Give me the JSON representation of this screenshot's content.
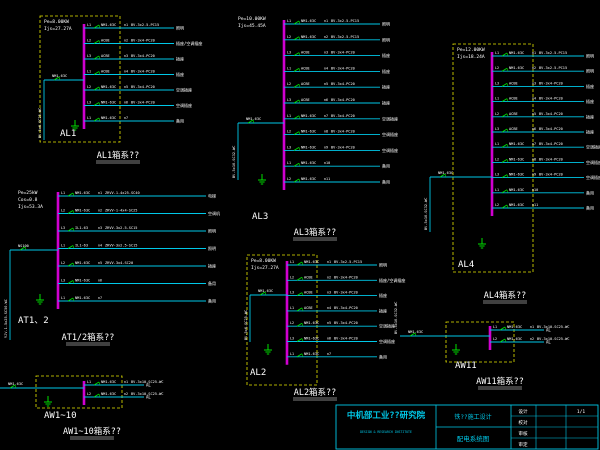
{
  "panels": [
    {
      "id": "al1",
      "box_label": "AL1",
      "caption": "AL1箱系??",
      "specs": [
        "Pe=8.00KW",
        "Ijs=27.27A"
      ],
      "main_breaker": "NM1-63C",
      "incoming_cable": "BV-5x6-SC25-WC",
      "circuits": [
        {
          "breaker": "NM1-63C",
          "cable": "BV-3x2.5-PC15",
          "load": "照明"
        },
        {
          "breaker": "ACBE",
          "cable": "BV-3x4-PC20",
          "load": "插座/空调插座"
        },
        {
          "breaker": "ACBE",
          "cable": "BV-3x4-PC20",
          "load": "插座"
        },
        {
          "breaker": "ACBE",
          "cable": "BV-3x4-PC20",
          "load": "插座"
        },
        {
          "breaker": "NM1-63C",
          "cable": "BV-3x4-PC20",
          "load": "空调插座"
        },
        {
          "breaker": "NM1-63C",
          "cable": "BV-3x4-PC20",
          "load": "空调插座"
        },
        {
          "breaker": "NM1-63C",
          "cable": "",
          "load": "备用"
        }
      ]
    },
    {
      "id": "al3",
      "box_label": "AL3",
      "caption": "AL3箱系??",
      "specs": [
        "Pe=10.00KW",
        "Ijs=45.45A"
      ],
      "main_breaker": "NM1-63C",
      "incoming_cable": "BV-5x10-SC32-WC",
      "circuits": [
        {
          "breaker": "NM1-63C",
          "cable": "BV-3x2.5-PC15",
          "load": "照明"
        },
        {
          "breaker": "NM1-63C",
          "cable": "BV-3x2.5-PC15",
          "load": "照明"
        },
        {
          "breaker": "ACBE",
          "cable": "BV-3x4-PC20",
          "load": "插座"
        },
        {
          "breaker": "ACBE",
          "cable": "BV-3x4-PC20",
          "load": "插座"
        },
        {
          "breaker": "ACBE",
          "cable": "BV-3x4-PC20",
          "load": "插座"
        },
        {
          "breaker": "ACBE",
          "cable": "BV-3x4-PC20",
          "load": "插座"
        },
        {
          "breaker": "NM1-63C",
          "cable": "BV-3x4-PC20",
          "load": "空调插座"
        },
        {
          "breaker": "NM1-63C",
          "cable": "BV-3x4-PC20",
          "load": "空调插座"
        },
        {
          "breaker": "NM1-63C",
          "cable": "BV-3x4-PC20",
          "load": "空调插座"
        },
        {
          "breaker": "NM1-63C",
          "cable": "",
          "load": "备用"
        },
        {
          "breaker": "NM1-63C",
          "cable": "",
          "load": "备用"
        }
      ]
    },
    {
      "id": "al4",
      "box_label": "AL4",
      "caption": "AL4箱系??",
      "specs": [
        "Pe=12.00KW",
        "Ijs=18.24A"
      ],
      "main_breaker": "NM1-63C",
      "incoming_cable": "BV-5x10-SC32-WC",
      "circuits": [
        {
          "breaker": "NM1-63C",
          "cable": "BV-3x2.5-PC15",
          "load": "照明"
        },
        {
          "breaker": "NM1-63C",
          "cable": "BV-3x2.5-PC15",
          "load": "照明"
        },
        {
          "breaker": "ACBE",
          "cable": "BV-3x4-PC20",
          "load": "插座"
        },
        {
          "breaker": "ACBE",
          "cable": "BV-3x4-PC20",
          "load": "插座"
        },
        {
          "breaker": "ACBE",
          "cable": "BV-3x4-PC20",
          "load": "插座"
        },
        {
          "breaker": "ACBE",
          "cable": "BV-3x4-PC20",
          "load": "插座"
        },
        {
          "breaker": "NM1-63C",
          "cable": "BV-3x4-PC20",
          "load": "空调插座"
        },
        {
          "breaker": "NM1-63C",
          "cable": "BV-3x4-PC20",
          "load": "空调插座"
        },
        {
          "breaker": "NM1-63C",
          "cable": "BV-3x4-PC20",
          "load": "空调插座"
        },
        {
          "breaker": "NM1-63C",
          "cable": "",
          "load": "备用"
        },
        {
          "breaker": "NM1-63C",
          "cable": "",
          "load": "备用"
        }
      ]
    },
    {
      "id": "al2",
      "box_label": "AL2",
      "caption": "AL2箱系??",
      "specs": [
        "Pe=8.00KW",
        "Ijs=27.27A"
      ],
      "main_breaker": "NM1-63C",
      "incoming_cable": "BV-5x6-SC25-WC",
      "circuits": [
        {
          "breaker": "NM1-63C",
          "cable": "BV-3x2.5-PC15",
          "load": "照明"
        },
        {
          "breaker": "ACBE",
          "cable": "BV-3x4-PC20",
          "load": "插座/空调插座"
        },
        {
          "breaker": "ACBE",
          "cable": "BV-3x4-PC20",
          "load": "插座"
        },
        {
          "breaker": "ACBE",
          "cable": "BV-3x4-PC20",
          "load": "插座"
        },
        {
          "breaker": "NM1-63C",
          "cable": "BV-3x4-PC20",
          "load": "空调插座"
        },
        {
          "breaker": "NM1-63C",
          "cable": "BV-3x4-PC20",
          "load": "空调插座"
        },
        {
          "breaker": "NM1-63C",
          "cable": "",
          "load": "备用"
        }
      ]
    },
    {
      "id": "at12",
      "box_label": "AT1、2",
      "caption": "AT1/2箱系??",
      "specs": [
        "Pe=25kW",
        "Cos=0.8",
        "Ijs=53.3A"
      ],
      "main_breaker": "NS100",
      "incoming_cable": "YJV-1-5x25-SC50-WC",
      "circuits": [
        {
          "breaker": "NM1-63C",
          "cable": "ZRVV-1-4x25-SC40",
          "load": "电梯"
        },
        {
          "breaker": "NM1-63C",
          "cable": "ZRVV-1-4x4-SC25",
          "load": "空调机"
        },
        {
          "breaker": "IL1-63",
          "cable": "ZRVV-3x2.5-SC15",
          "load": "照明"
        },
        {
          "breaker": "IL1-63",
          "cable": "ZRVV-3x2.5-SC15",
          "load": "照明"
        },
        {
          "breaker": "NM1-63C",
          "cable": "ZRVV-3x4-SC20",
          "load": "插座"
        },
        {
          "breaker": "NM1-63C",
          "cable": "",
          "load": "备用"
        },
        {
          "breaker": "NM1-63C",
          "cable": "",
          "load": "备用"
        }
      ]
    },
    {
      "id": "aw11",
      "box_label": "AW11",
      "caption": "AW11箱系??",
      "specs": [],
      "main_breaker": "NM1-63C",
      "incoming_cable": "BV-5x10-SC32-WC",
      "circuits": [
        {
          "breaker": "NM1-63C",
          "cable": "BV-3x10-SC25-WC",
          "load": "AL"
        },
        {
          "breaker": "NM1-63C",
          "cable": "BV-3x10-SC25-WC",
          "load": "AL"
        }
      ]
    },
    {
      "id": "aw110",
      "box_label": "AW1~10",
      "caption": "AW1~10箱系??",
      "specs": [],
      "main_breaker": "NM1-63C",
      "incoming_cable": "BV-5x10-SC32-WC",
      "circuits": [
        {
          "breaker": "NM1-63C",
          "cable": "BV-3x10-SC25-WC",
          "load": "AL"
        },
        {
          "breaker": "NM1-63C",
          "cable": "BV-3x10-SC25-WC",
          "load": "AL"
        }
      ]
    }
  ],
  "title_block": {
    "institute": "中机部工业??研究院",
    "project": "铁??施工设计",
    "drawing": "配电系统图",
    "sheet": "1/1",
    "row_labels": [
      "设计",
      "校对",
      "审核",
      "审定"
    ],
    "row_values": [
      "",
      "",
      "",
      ""
    ]
  },
  "colors": {
    "background": "#000000",
    "busbar": "#d000d0",
    "wire": "#00c8e8",
    "text": "#ffffff",
    "frame": "#e8e800",
    "breaker": "#00e000",
    "ground": "#00e000"
  }
}
